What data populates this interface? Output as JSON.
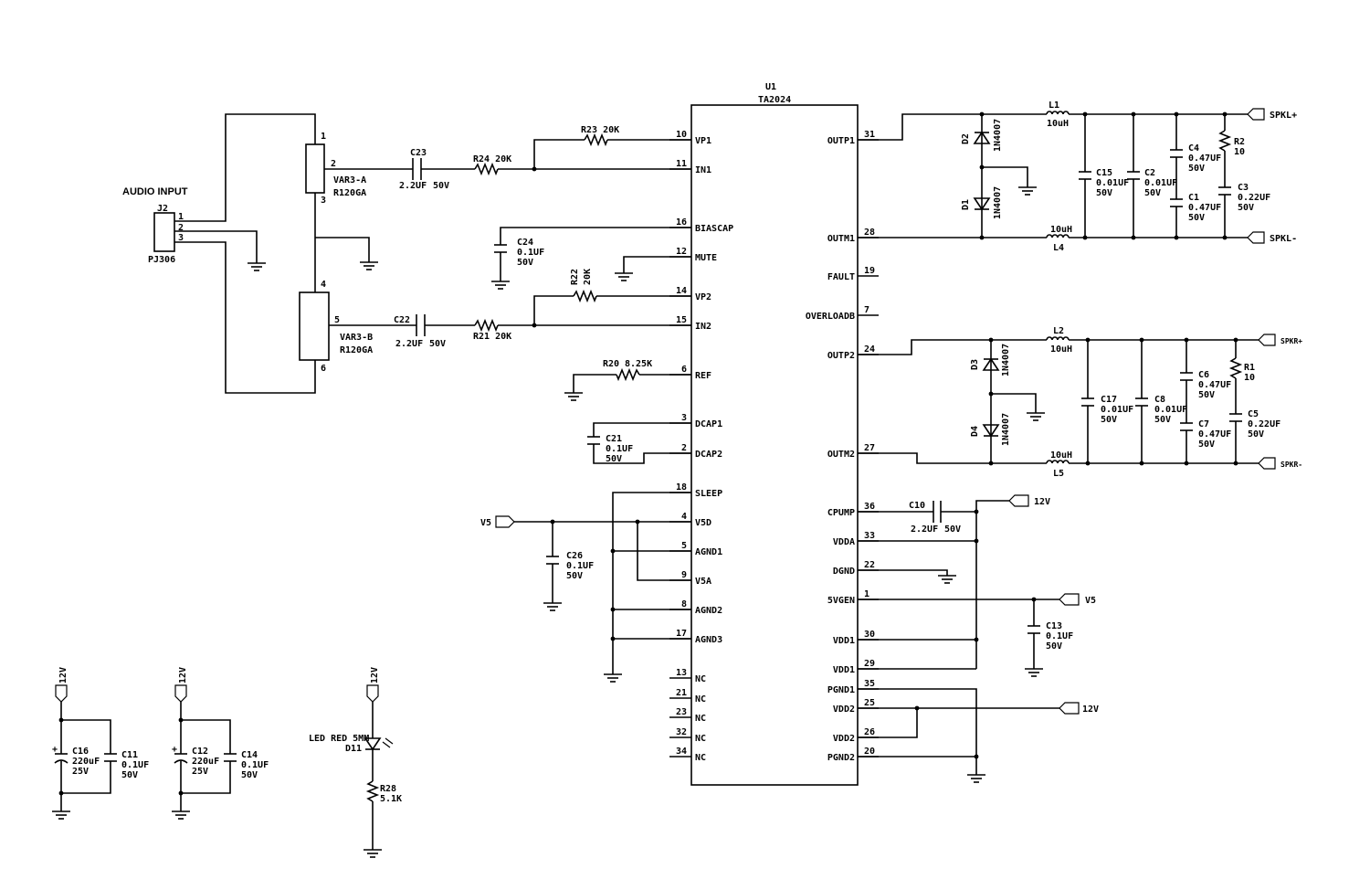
{
  "ic": {
    "ref": "U1",
    "part": "TA2024",
    "left_pins": [
      {
        "num": "10",
        "name": "VP1"
      },
      {
        "num": "11",
        "name": "IN1"
      },
      {
        "num": "16",
        "name": "BIASCAP"
      },
      {
        "num": "12",
        "name": "MUTE"
      },
      {
        "num": "14",
        "name": "VP2"
      },
      {
        "num": "15",
        "name": "IN2"
      },
      {
        "num": "6",
        "name": "REF"
      },
      {
        "num": "3",
        "name": "DCAP1"
      },
      {
        "num": "2",
        "name": "DCAP2"
      },
      {
        "num": "18",
        "name": "SLEEP"
      },
      {
        "num": "4",
        "name": "V5D"
      },
      {
        "num": "5",
        "name": "AGND1"
      },
      {
        "num": "9",
        "name": "V5A"
      },
      {
        "num": "8",
        "name": "AGND2"
      },
      {
        "num": "17",
        "name": "AGND3"
      },
      {
        "num": "13",
        "name": "NC"
      },
      {
        "num": "21",
        "name": "NC"
      },
      {
        "num": "23",
        "name": "NC"
      },
      {
        "num": "32",
        "name": "NC"
      },
      {
        "num": "34",
        "name": "NC"
      }
    ],
    "right_pins": [
      {
        "num": "31",
        "name": "OUTP1"
      },
      {
        "num": "28",
        "name": "OUTM1"
      },
      {
        "num": "19",
        "name": "FAULT"
      },
      {
        "num": "7",
        "name": "OVERLOADB"
      },
      {
        "num": "24",
        "name": "OUTP2"
      },
      {
        "num": "27",
        "name": "OUTM2"
      },
      {
        "num": "36",
        "name": "CPUMP"
      },
      {
        "num": "33",
        "name": "VDDA"
      },
      {
        "num": "22",
        "name": "DGND"
      },
      {
        "num": "1",
        "name": "5VGEN"
      },
      {
        "num": "30",
        "name": "VDD1"
      },
      {
        "num": "29",
        "name": "VDD1"
      },
      {
        "num": "35",
        "name": "PGND1"
      },
      {
        "num": "25",
        "name": "VDD2"
      },
      {
        "num": "26",
        "name": "VDD2"
      },
      {
        "num": "20",
        "name": "PGND2"
      }
    ]
  },
  "input": {
    "title": "AUDIO INPUT",
    "jack_ref": "J2",
    "jack_part": "PJ306",
    "jack_pins": [
      "1",
      "2",
      "3"
    ],
    "pot_a": {
      "ref": "VAR3-A",
      "part": "R120GA",
      "pins": [
        "1",
        "2",
        "3"
      ]
    },
    "pot_b": {
      "ref": "VAR3-B",
      "part": "R120GA",
      "pins": [
        "4",
        "5",
        "6"
      ]
    }
  },
  "parts": {
    "c23": {
      "ref": "C23",
      "val": "2.2UF",
      "volt": "50V"
    },
    "r24": {
      "ref": "R24 20K"
    },
    "r23": {
      "ref": "R23 20K"
    },
    "c24": {
      "ref": "C24",
      "val": "0.1UF",
      "volt": "50V"
    },
    "r22": {
      "ref": "R22",
      "val": "20K"
    },
    "c22": {
      "ref": "C22",
      "val": "2.2UF",
      "volt": "50V"
    },
    "r21": {
      "ref": "R21 20K"
    },
    "r20": {
      "ref": "R20",
      "val": "8.25K"
    },
    "c21": {
      "ref": "C21",
      "val": "0.1UF",
      "volt": "50V"
    },
    "c26": {
      "ref": "C26",
      "val": "0.1UF",
      "volt": "50V"
    },
    "c10": {
      "ref": "C10",
      "val": "2.2UF",
      "volt": "50V"
    },
    "c13": {
      "ref": "C13",
      "val": "0.1UF",
      "volt": "50V"
    },
    "d2": {
      "ref": "D2",
      "part": "1N4007"
    },
    "d1": {
      "ref": "D1",
      "part": "1N4007"
    },
    "d3": {
      "ref": "D3",
      "part": "1N4007"
    },
    "d4": {
      "ref": "D4",
      "part": "1N4007"
    },
    "l1": {
      "ref": "L1",
      "val": "10uH"
    },
    "l4": {
      "ref": "L4",
      "val": "10uH"
    },
    "l2": {
      "ref": "L2",
      "val": "10uH"
    },
    "l5": {
      "ref": "L5",
      "val": "10uH"
    },
    "c15": {
      "ref": "C15",
      "val": "0.01UF",
      "volt": "50V"
    },
    "c2": {
      "ref": "C2",
      "val": "0.01UF",
      "volt": "50V"
    },
    "c4": {
      "ref": "C4",
      "val": "0.47UF",
      "volt": "50V"
    },
    "c1": {
      "ref": "C1",
      "val": "0.47UF",
      "volt": "50V"
    },
    "r2": {
      "ref": "R2",
      "val": "10"
    },
    "c3": {
      "ref": "C3",
      "val": "0.22UF",
      "volt": "50V"
    },
    "c17": {
      "ref": "C17",
      "val": "0.01UF",
      "volt": "50V"
    },
    "c8": {
      "ref": "C8",
      "val": "0.01UF",
      "volt": "50V"
    },
    "c6": {
      "ref": "C6",
      "val": "0.47UF",
      "volt": "50V"
    },
    "c7": {
      "ref": "C7",
      "val": "0.47UF",
      "volt": "50V"
    },
    "r1": {
      "ref": "R1",
      "val": "10"
    },
    "c5": {
      "ref": "C5",
      "val": "0.22UF",
      "volt": "50V"
    },
    "c16": {
      "ref": "C16",
      "val": "220uF",
      "volt": "25V"
    },
    "c11": {
      "ref": "C11",
      "val": "0.1UF",
      "volt": "50V"
    },
    "c12": {
      "ref": "C12",
      "val": "220uF",
      "volt": "25V"
    },
    "c14": {
      "ref": "C14",
      "val": "0.1UF",
      "volt": "50V"
    },
    "d11": {
      "ref": "D11",
      "part": "LED RED 5MM"
    },
    "r28": {
      "ref": "R28",
      "val": "5.1K"
    }
  },
  "nets": {
    "spkl_pos": "SPKL+",
    "spkl_neg": "SPKL-",
    "spkr_pos": "SPKR+",
    "spkr_neg": "SPKR-",
    "v5": "V5",
    "v12": "12V"
  }
}
